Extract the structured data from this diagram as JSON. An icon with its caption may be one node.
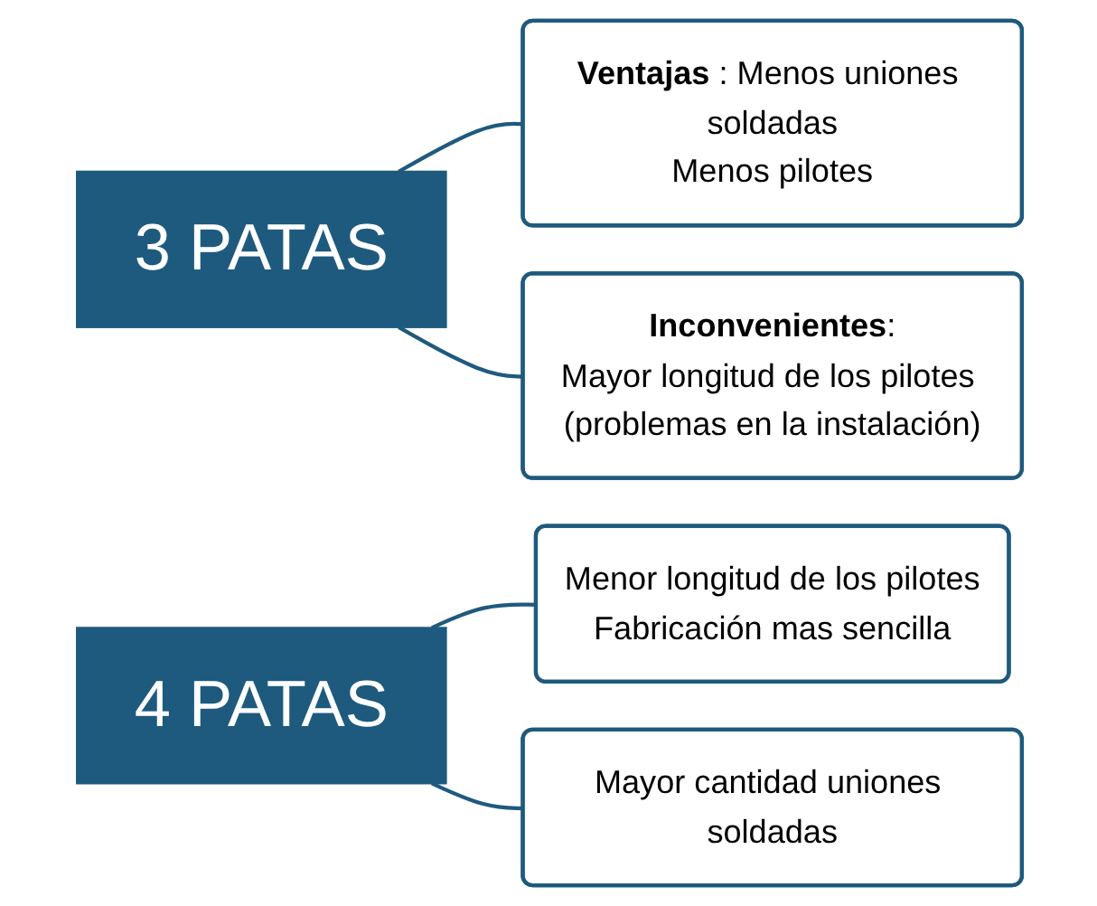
{
  "diagram": {
    "nodes": [
      {
        "text": [
          "3 PATAS"
        ]
      },
      {
        "text": [
          "**Ventajas** : Menos uniones soldadas",
          "Menos pilotes"
        ]
      },
      {
        "text": [
          "**Inconvenientes**:",
          "Mayor longitud de los pilotes (problemas en la instalación)"
        ]
      },
      {
        "text": [
          "4 PATAS"
        ]
      },
      {
        "text": [
          "Menor longitud de los pilotes",
          "Fabricación mas sencilla"
        ]
      },
      {
        "text": [
          "Mayor cantidad uniones soldadas"
        ]
      }
    ],
    "edges": [
      {
        "from": 0,
        "to": 1,
        "arrow": "none"
      },
      {
        "from": 0,
        "to": 2,
        "arrow": "none"
      },
      {
        "from": 3,
        "to": 4,
        "arrow": "none"
      },
      {
        "from": 3,
        "to": 5,
        "arrow": "none"
      }
    ]
  }
}
